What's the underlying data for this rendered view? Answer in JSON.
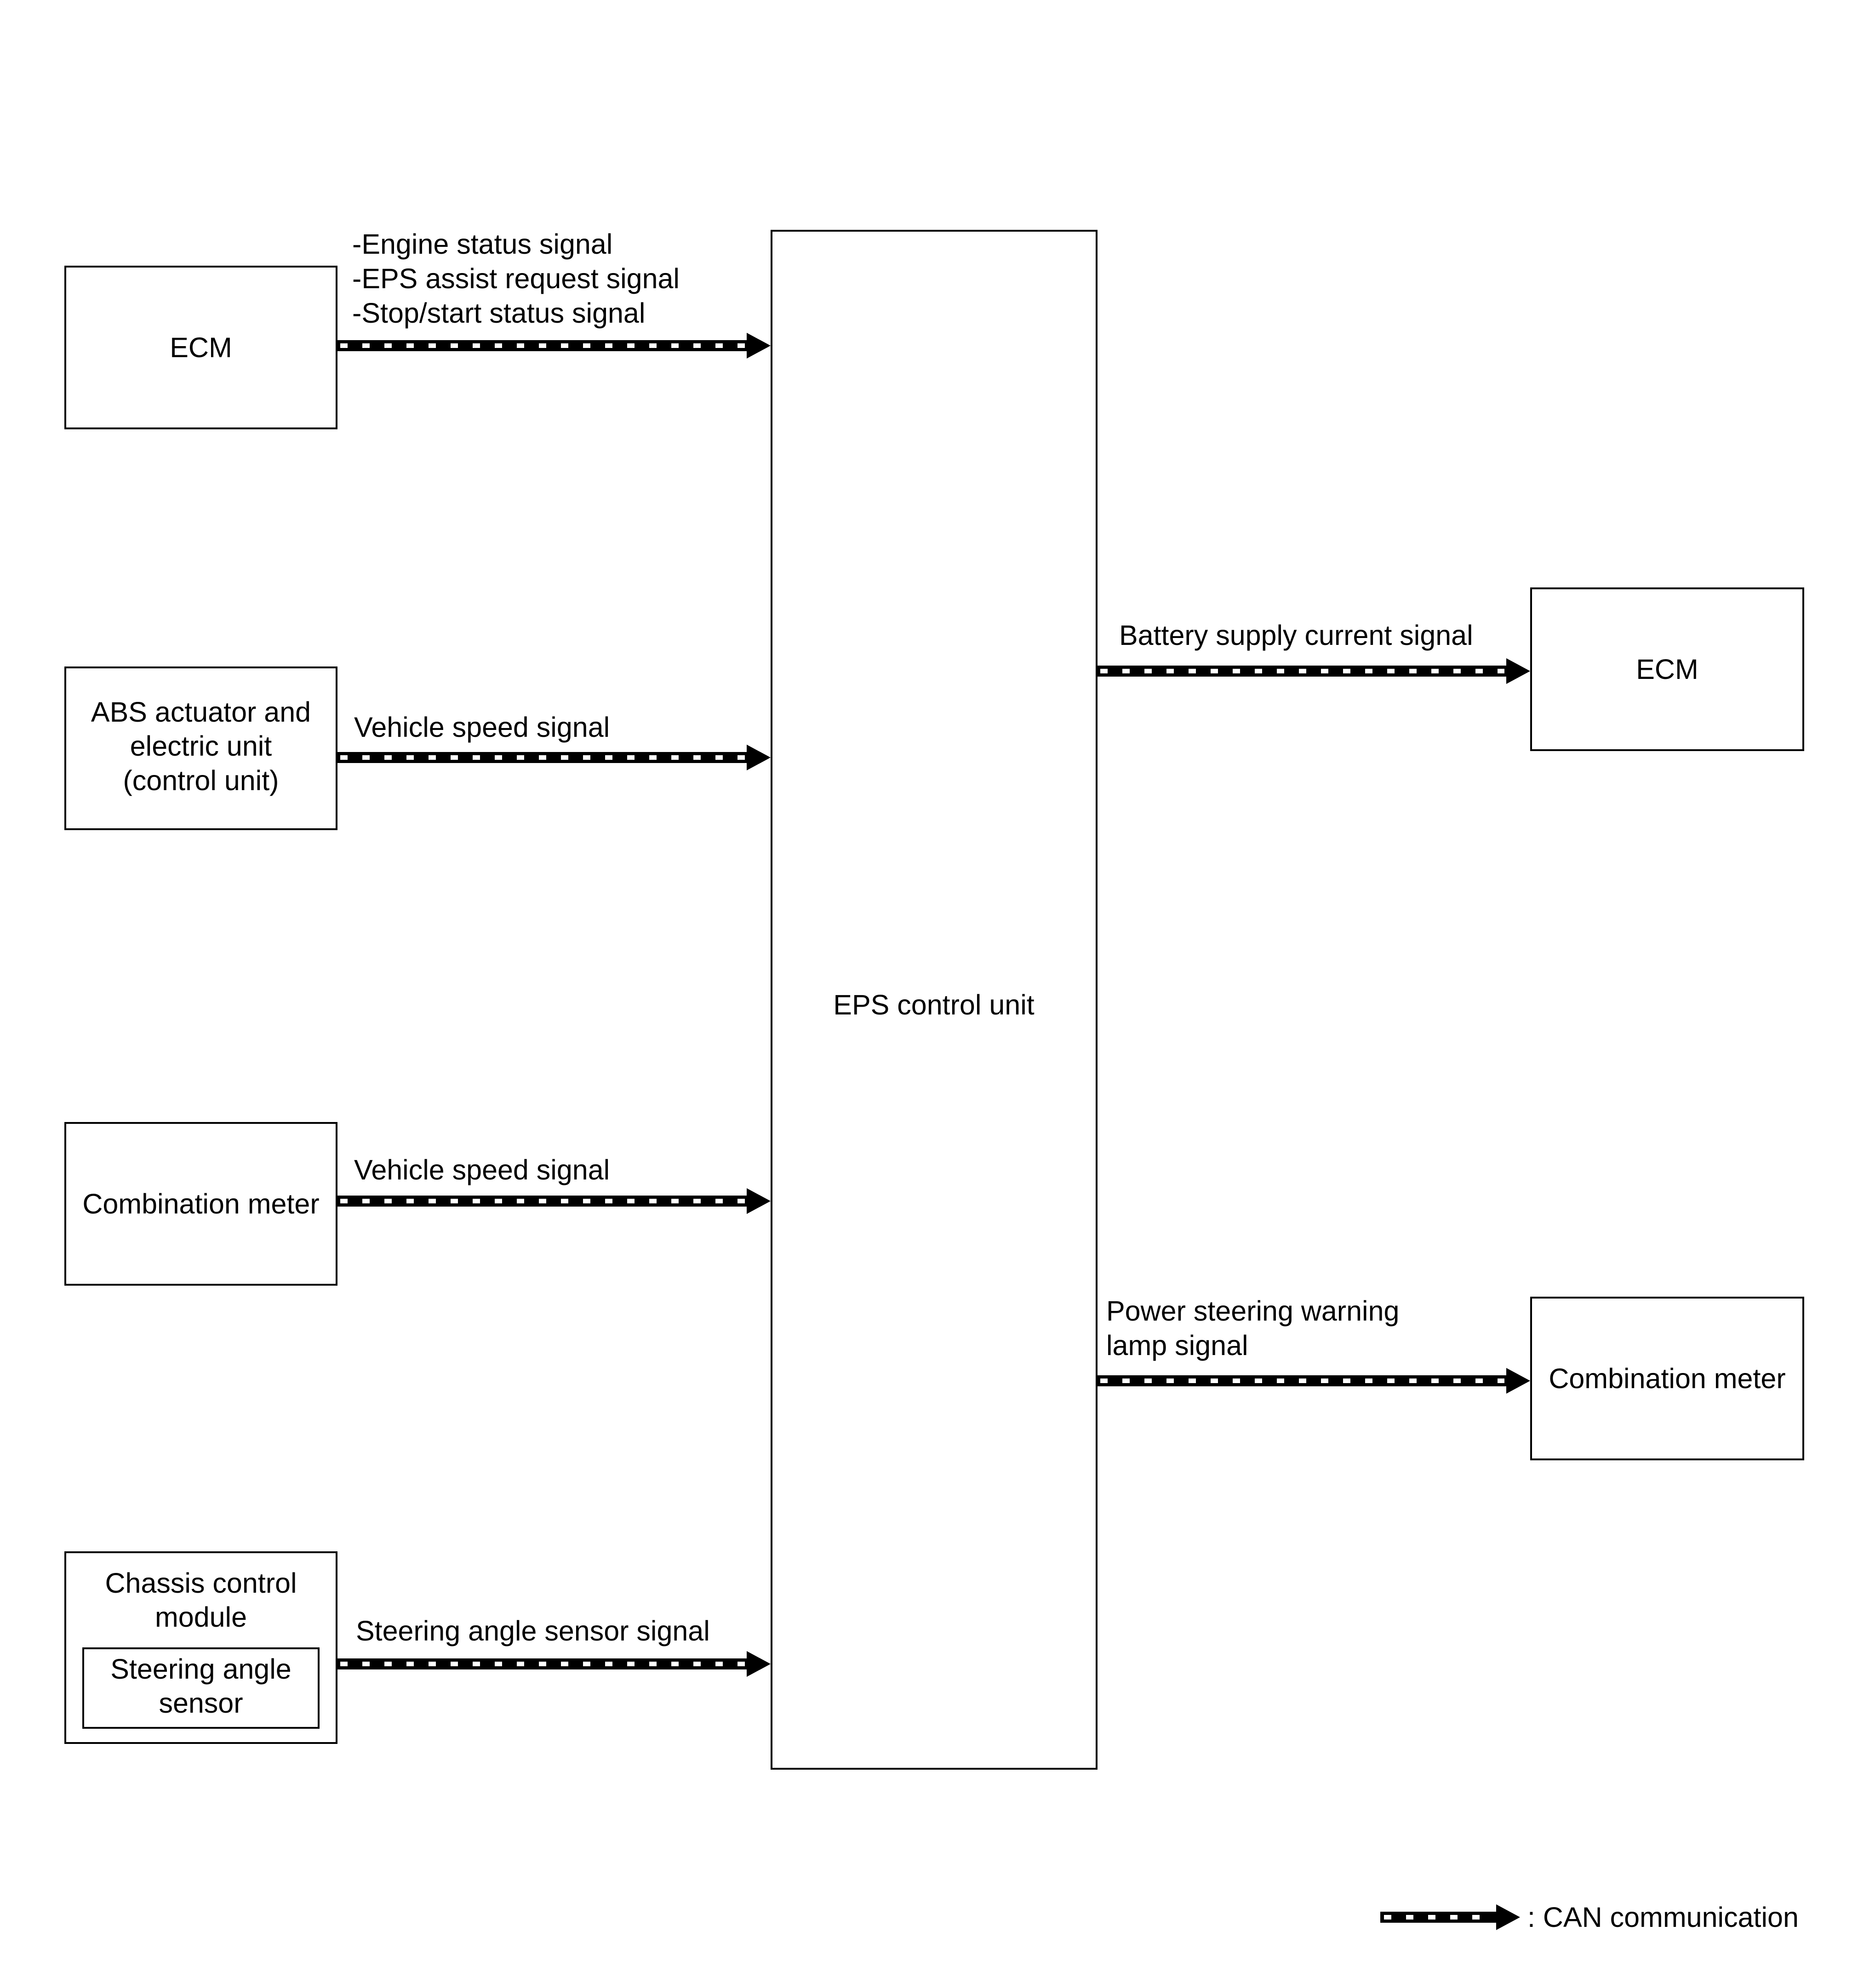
{
  "center_unit": {
    "label": "EPS control unit"
  },
  "inputs": {
    "ecm": {
      "label": "ECM",
      "signals": [
        "-Engine status signal",
        "-EPS assist request signal",
        "-Stop/start status signal"
      ]
    },
    "abs": {
      "label_lines": [
        "ABS actuator and",
        "electric unit",
        "(control unit)"
      ],
      "signal": "Vehicle speed signal"
    },
    "combination_meter": {
      "label": "Combination meter",
      "signal": "Vehicle speed signal"
    },
    "chassis": {
      "label_lines": [
        "Chassis control",
        "module"
      ],
      "inner_label_lines": [
        "Steering angle",
        "sensor"
      ],
      "signal": "Steering angle sensor signal"
    }
  },
  "outputs": {
    "ecm": {
      "label": "ECM",
      "signal": "Battery supply current signal"
    },
    "combination_meter": {
      "label": "Combination meter",
      "signal_lines": [
        "Power steering warning",
        "lamp signal"
      ]
    }
  },
  "legend": {
    "label": ": CAN communication"
  }
}
